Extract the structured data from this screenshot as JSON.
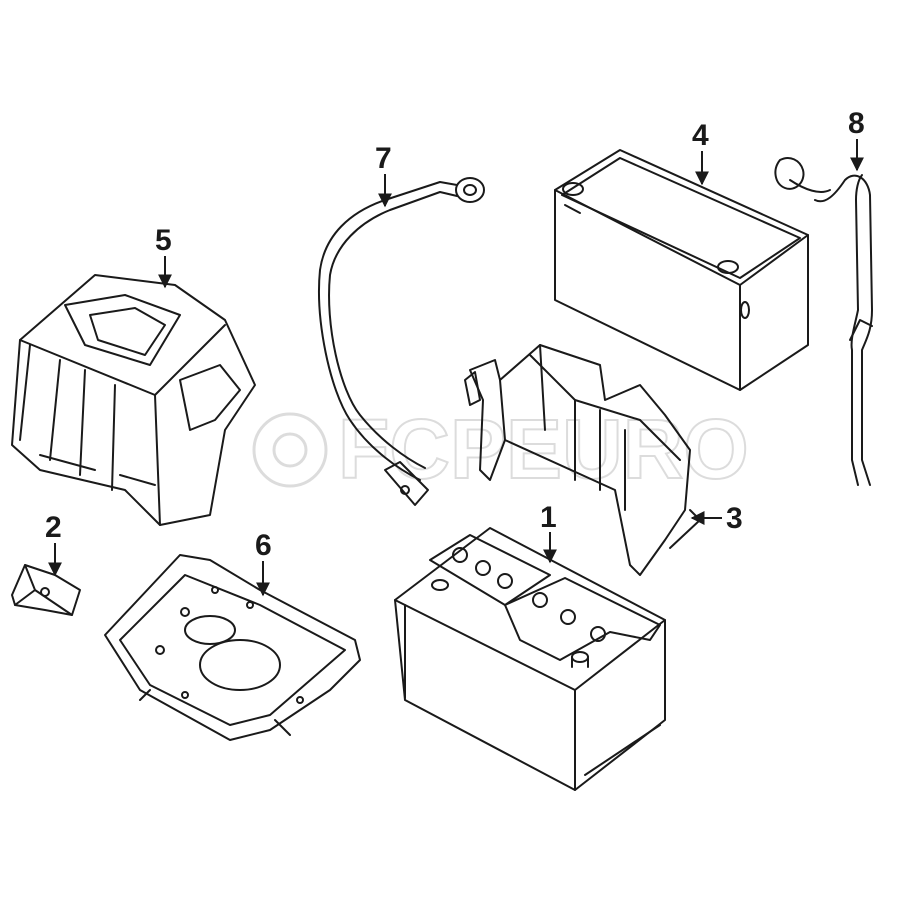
{
  "watermark": {
    "text": "FCPEURO"
  },
  "callouts": [
    {
      "id": "1",
      "label": "1"
    },
    {
      "id": "2",
      "label": "2"
    },
    {
      "id": "3",
      "label": "3"
    },
    {
      "id": "4",
      "label": "4"
    },
    {
      "id": "5",
      "label": "5"
    },
    {
      "id": "6",
      "label": "6"
    },
    {
      "id": "7",
      "label": "7"
    },
    {
      "id": "8",
      "label": "8"
    }
  ],
  "colors": {
    "line": "#1a1a1a",
    "watermark": "#d9d9d9",
    "background": "#ffffff"
  }
}
